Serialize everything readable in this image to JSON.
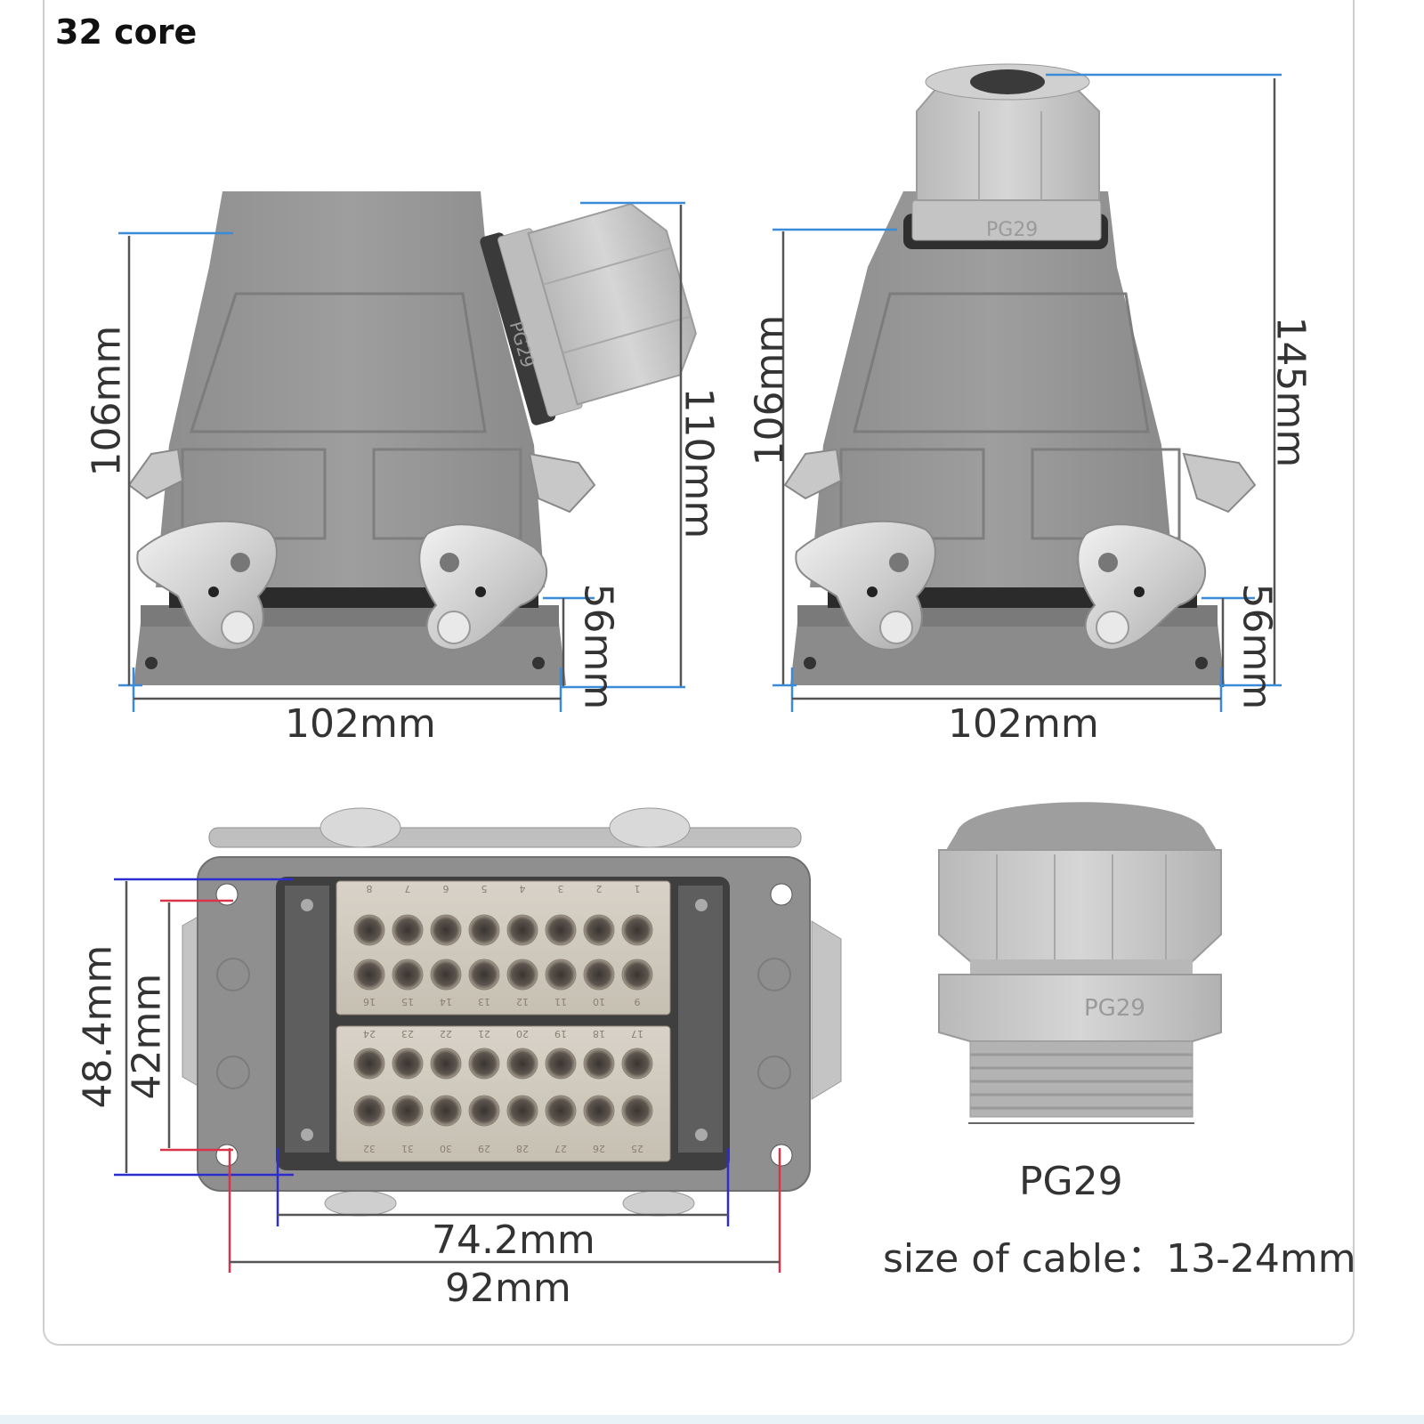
{
  "title": "32 core",
  "side_view": {
    "height_left": "106mm",
    "height_gland": "110mm",
    "base_height": "56mm",
    "width": "102mm",
    "gland_marking": "PG29"
  },
  "front_view": {
    "height_left": "106mm",
    "total_height": "145mm",
    "base_height": "56mm",
    "width": "102mm",
    "gland_marking": "PG29"
  },
  "base_view": {
    "outer_height": "48.4mm",
    "inner_height": "42mm",
    "inner_width": "74.2mm",
    "outer_width": "92mm",
    "top_pins": [
      "1",
      "2",
      "3",
      "4",
      "5",
      "6",
      "7",
      "8"
    ],
    "row2_pins": [
      "9",
      "10",
      "11",
      "12",
      "13",
      "14",
      "15",
      "16"
    ],
    "row3_pins": [
      "17",
      "18",
      "19",
      "20",
      "21",
      "22",
      "23",
      "24"
    ],
    "bottom_pins": [
      "25",
      "26",
      "27",
      "28",
      "29",
      "30",
      "31",
      "32"
    ]
  },
  "gland": {
    "name": "PG29",
    "marking": "PG29",
    "cable_size": "size of cable：13-24mm"
  }
}
